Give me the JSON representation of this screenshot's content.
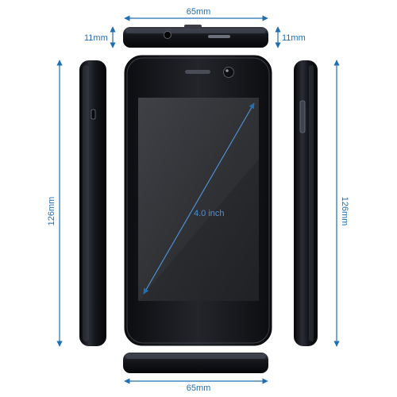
{
  "dimensions": {
    "width_top": "65mm",
    "width_bottom": "65mm",
    "thickness_left": "11mm",
    "thickness_right": "11mm",
    "height_left": "126mm",
    "height_right": "126mm",
    "screen_diagonal": "4.0 inch"
  },
  "colors": {
    "dimension_line": "#1f6fb5",
    "body": "#15171c",
    "screen": "#2e2f33"
  }
}
